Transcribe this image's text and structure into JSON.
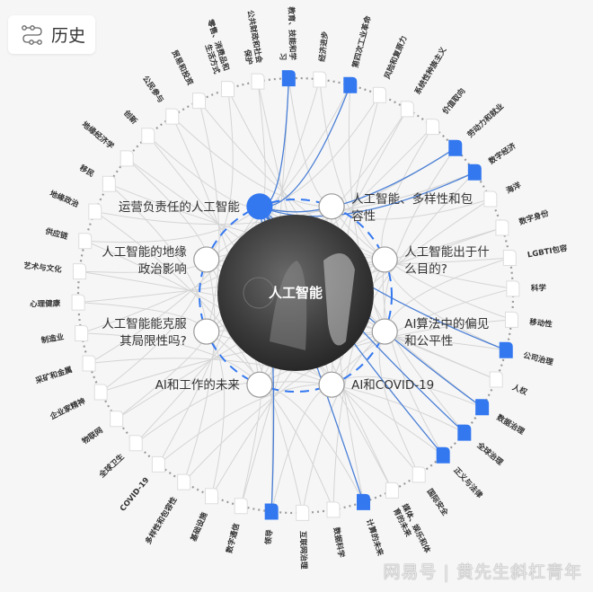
{
  "header": {
    "title": "历史",
    "icon": "topic-path-icon"
  },
  "center": {
    "label": "人工智能"
  },
  "colors": {
    "accent": "#3478f0",
    "link": "#d4d4d4",
    "node_border": "#999999",
    "background": "#f6f6f6"
  },
  "inner_topics": [
    {
      "lines": [
        "运营负责任的人工智能"
      ],
      "highlighted": true
    },
    {
      "lines": [
        "人工智能、多样性和包",
        "容性"
      ],
      "highlighted": false
    },
    {
      "lines": [
        "人工智能出于什",
        "么目的?"
      ],
      "highlighted": false
    },
    {
      "lines": [
        "AI算法中的偏见",
        "和公平性"
      ],
      "highlighted": false
    },
    {
      "lines": [
        "AI和COVID-19"
      ],
      "highlighted": false
    },
    {
      "lines": [
        "AI和工作的未来"
      ],
      "highlighted": false
    },
    {
      "lines": [
        "人工智能能克服",
        "其局限性吗?"
      ],
      "highlighted": false
    },
    {
      "lines": [
        "人工智能的地缘",
        "政治影响"
      ],
      "highlighted": false
    }
  ],
  "outer_topics": [
    {
      "lines": [
        "公共财政和社会",
        "保护"
      ],
      "highlighted": false
    },
    {
      "lines": [
        "教育、技能和学",
        "习"
      ],
      "highlighted": true
    },
    {
      "lines": [
        "经济进步"
      ],
      "highlighted": false
    },
    {
      "lines": [
        "第四次工业革命"
      ],
      "highlighted": true
    },
    {
      "lines": [
        "风险和复原力"
      ],
      "highlighted": false
    },
    {
      "lines": [
        "系统性种族主义"
      ],
      "highlighted": false
    },
    {
      "lines": [
        "价值取向"
      ],
      "highlighted": false
    },
    {
      "lines": [
        "劳动力和就业"
      ],
      "highlighted": true
    },
    {
      "lines": [
        "数字经济"
      ],
      "highlighted": true
    },
    {
      "lines": [
        "海洋"
      ],
      "highlighted": false
    },
    {
      "lines": [
        "数字身份"
      ],
      "highlighted": false
    },
    {
      "lines": [
        "LGBTI包容"
      ],
      "highlighted": false
    },
    {
      "lines": [
        "科学"
      ],
      "highlighted": false
    },
    {
      "lines": [
        "移动性"
      ],
      "highlighted": false
    },
    {
      "lines": [
        "公司治理"
      ],
      "highlighted": true
    },
    {
      "lines": [
        "人权"
      ],
      "highlighted": false
    },
    {
      "lines": [
        "数据治理"
      ],
      "highlighted": true
    },
    {
      "lines": [
        "全球治理"
      ],
      "highlighted": true
    },
    {
      "lines": [
        "正义与法律"
      ],
      "highlighted": true
    },
    {
      "lines": [
        "国际安全"
      ],
      "highlighted": false
    },
    {
      "lines": [
        "媒体、娱乐和体",
        "育的未来"
      ],
      "highlighted": false
    },
    {
      "lines": [
        "计算的未来"
      ],
      "highlighted": true
    },
    {
      "lines": [
        "数据科学"
      ],
      "highlighted": false
    },
    {
      "lines": [
        "互联网治理"
      ],
      "highlighted": false
    },
    {
      "lines": [
        "领导"
      ],
      "highlighted": true
    },
    {
      "lines": [
        "数字通信"
      ],
      "highlighted": false
    },
    {
      "lines": [
        "基础设施"
      ],
      "highlighted": false
    },
    {
      "lines": [
        "多样性和包容性"
      ],
      "highlighted": false
    },
    {
      "lines": [
        "COVID-19"
      ],
      "highlighted": false
    },
    {
      "lines": [
        "全球卫生"
      ],
      "highlighted": false
    },
    {
      "lines": [
        "物联网"
      ],
      "highlighted": false
    },
    {
      "lines": [
        "企业家精神"
      ],
      "highlighted": false
    },
    {
      "lines": [
        "采矿和金属"
      ],
      "highlighted": false
    },
    {
      "lines": [
        "制造业"
      ],
      "highlighted": false
    },
    {
      "lines": [
        "心理健康"
      ],
      "highlighted": false
    },
    {
      "lines": [
        "艺术与文化"
      ],
      "highlighted": false
    },
    {
      "lines": [
        "供应链"
      ],
      "highlighted": false
    },
    {
      "lines": [
        "地缘政治"
      ],
      "highlighted": false
    },
    {
      "lines": [
        "移民"
      ],
      "highlighted": false
    },
    {
      "lines": [
        "地缘经济学"
      ],
      "highlighted": false
    },
    {
      "lines": [
        "创新"
      ],
      "highlighted": false
    },
    {
      "lines": [
        "公民参与"
      ],
      "highlighted": false
    },
    {
      "lines": [
        "贸易和投资"
      ],
      "highlighted": false
    },
    {
      "lines": [
        "零售、消费品和",
        "生活方式"
      ],
      "highlighted": false
    }
  ],
  "watermark": "网易号 | 黄先生斜杠青年"
}
